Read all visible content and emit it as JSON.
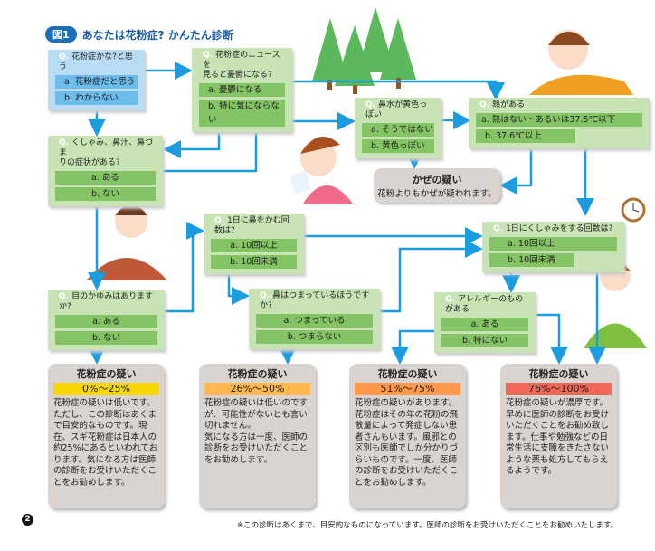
{
  "title": {
    "badge": "図1",
    "text": "あなたは花粉症? かんたん診断"
  },
  "colors": {
    "arrow": "#1a9de0",
    "box_green": "#c8e4b4",
    "option_green": "#84c464",
    "box_blue": "#b8dcf4",
    "option_blue": "#6cbcec",
    "result_bg": "#d9d4d0",
    "band_low": "#f8d800",
    "band_midlow": "#ffb850",
    "band_midhigh": "#ff9848",
    "band_high": "#f06858"
  },
  "q_prefix": "Q.",
  "questions": {
    "q1": {
      "text": "花粉症かな?と思う",
      "a": "a. 花粉症だと思う",
      "b": "b. わからない"
    },
    "q2": {
      "text": "花粉症のニュースを\n見ると憂鬱になる?",
      "a": "a. 憂鬱になる",
      "b": "b. 特に気にならない"
    },
    "q3": {
      "text": "くしゃみ、鼻汁、鼻づま\nりの症状がある?",
      "a": "a. ある",
      "b": "b. ない"
    },
    "q4": {
      "text": "鼻水が黄色っぽい",
      "a": "a. そうではない",
      "b": "b. 黄色っぽい"
    },
    "q5": {
      "text": "熱がある",
      "a": "a. 熱はない・あるいは37.5℃以下",
      "b": "b. 37.6℃以上"
    },
    "q6": {
      "text": "1日に鼻をかむ回数は?",
      "a": "a. 10回以上",
      "b": "b. 10回未満"
    },
    "q7": {
      "text": "1日にくしゃみをする回数は?",
      "a": "a. 10回以上",
      "b": "b. 10回未満"
    },
    "q8": {
      "text": "目のかゆみはありますか?",
      "a": "a. ある",
      "b": "b. ない"
    },
    "q9": {
      "text": "鼻はつまっているほうですか?",
      "a": "a. つまっている",
      "b": "b. つまらない"
    },
    "q10": {
      "text": "アレルギーのものがある",
      "a": "a. ある",
      "b": "b. 特にない"
    }
  },
  "cold": {
    "heading": "かぜの疑い",
    "text": "花粉よりもかぜが疑われます。"
  },
  "results": [
    {
      "heading": "花粉症の疑い",
      "range": "0%～25%",
      "text": "花粉症の疑いは低いです。ただし、この診断はあくまで目安的なものです。現在、スギ花粉症は日本人の約25%にあるといわれております。気になる方は医師の診断をお受けいただくことをお勧めします。"
    },
    {
      "heading": "花粉症の疑い",
      "range": "26%～50%",
      "text": "花粉症の疑いは低いのですが、可能性がないとも言い切れません。\n気になる方は一度、医師の診断をお受けいただくことをお勧めします。"
    },
    {
      "heading": "花粉症の疑い",
      "range": "51%～75%",
      "text": "花粉症の疑いがあります。花粉症はその年の花粉の飛散量によって発症しない患者さんもいます。風邪との区別も医師でしか分かりづらいものです。一度、医師の診断をお受けいただくことをお勧めします。"
    },
    {
      "heading": "花粉症の疑い",
      "range": "76%～100%",
      "text": "花粉症の疑いが濃厚です。早めに医師の診断をお受けいただくことをお勧め致します。仕事や勉強などの日常生活に支障をきたさないような薬も処方してもらえるようです。"
    }
  ],
  "page_number": "2",
  "footnote": "※この診断はあくまで、目安的なものになっています。医師の診断をお受けいただくことをお勧めいたします。"
}
